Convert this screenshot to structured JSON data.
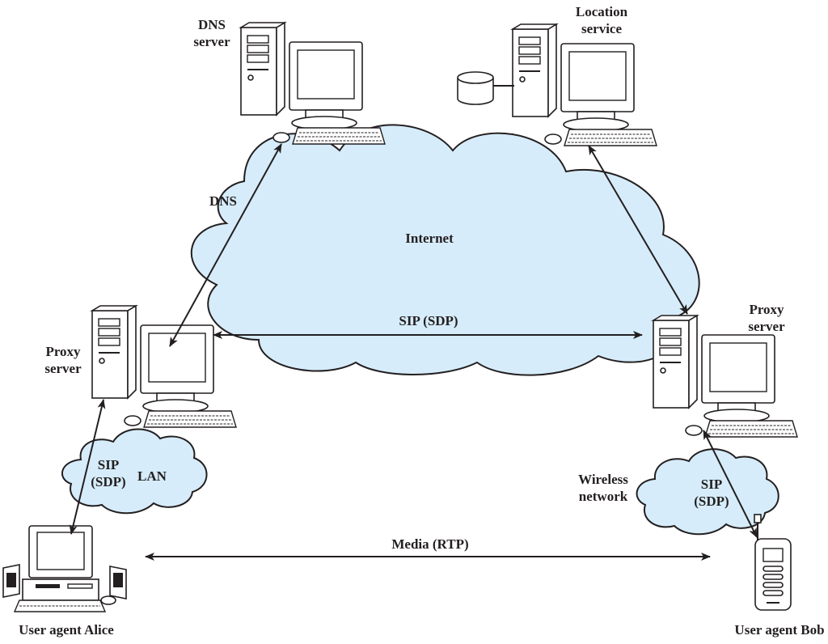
{
  "nodes": {
    "dns_server": "DNS\nserver",
    "location_service": "Location\nservice",
    "proxy_left": "Proxy\nserver",
    "proxy_right": "Proxy\nserver",
    "alice": "User agent Alice",
    "bob": "User agent Bob"
  },
  "clouds": {
    "internet": "Internet",
    "lan": "LAN",
    "wireless": "Wireless\nnetwork"
  },
  "links": {
    "dns": "DNS",
    "sip_sdp_top": "SIP (SDP)",
    "sip_sdp_left": "SIP\n(SDP)",
    "sip_sdp_right": "SIP\n(SDP)",
    "media": "Media (RTP)"
  },
  "colors": {
    "cloud_fill": "#d6ecfa",
    "ink": "#231f20"
  }
}
